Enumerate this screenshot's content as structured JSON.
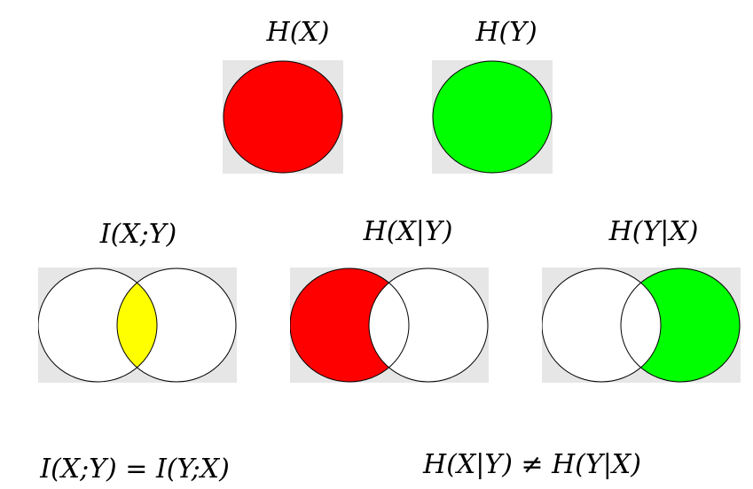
{
  "labels": {
    "hx": "H(X)",
    "hy": "H(Y)",
    "ixy": "I(X;Y)",
    "hx_given_y": "H(X|Y)",
    "hy_given_x": "H(Y|X)"
  },
  "equations": {
    "symmetry": "I(X;Y) = I(Y;X)",
    "asymmetry": "H(X|Y) ≠ H(Y|X)"
  },
  "colors": {
    "x_entropy": "#ff0000",
    "y_entropy": "#00ff00",
    "mutual_information": "#ffff00",
    "panel_background": "#e6e6e6",
    "outline": "#000000",
    "empty_region": "#ffffff"
  }
}
